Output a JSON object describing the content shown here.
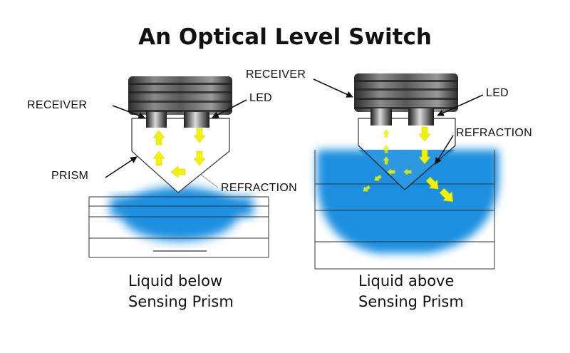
{
  "title": "An Optical Level Switch",
  "left_panel": {
    "receiver_label": "RECEIVER",
    "led_label": "LED",
    "prism_label": "PRISM",
    "refraction_label": "REFRACTION",
    "caption_line1": "Liquid below",
    "caption_line2": "Sensing Prism"
  },
  "right_panel": {
    "receiver_label": "RECEIVER",
    "led_label": "LED",
    "refraction_label": "REFRACTION",
    "caption_line1": "Liquid above",
    "caption_line2": "Sensing Prism"
  },
  "colors": {
    "liquid": "#1a8fe0",
    "arrow": "#f2f200",
    "cap_dark": "#3d3d3d"
  }
}
